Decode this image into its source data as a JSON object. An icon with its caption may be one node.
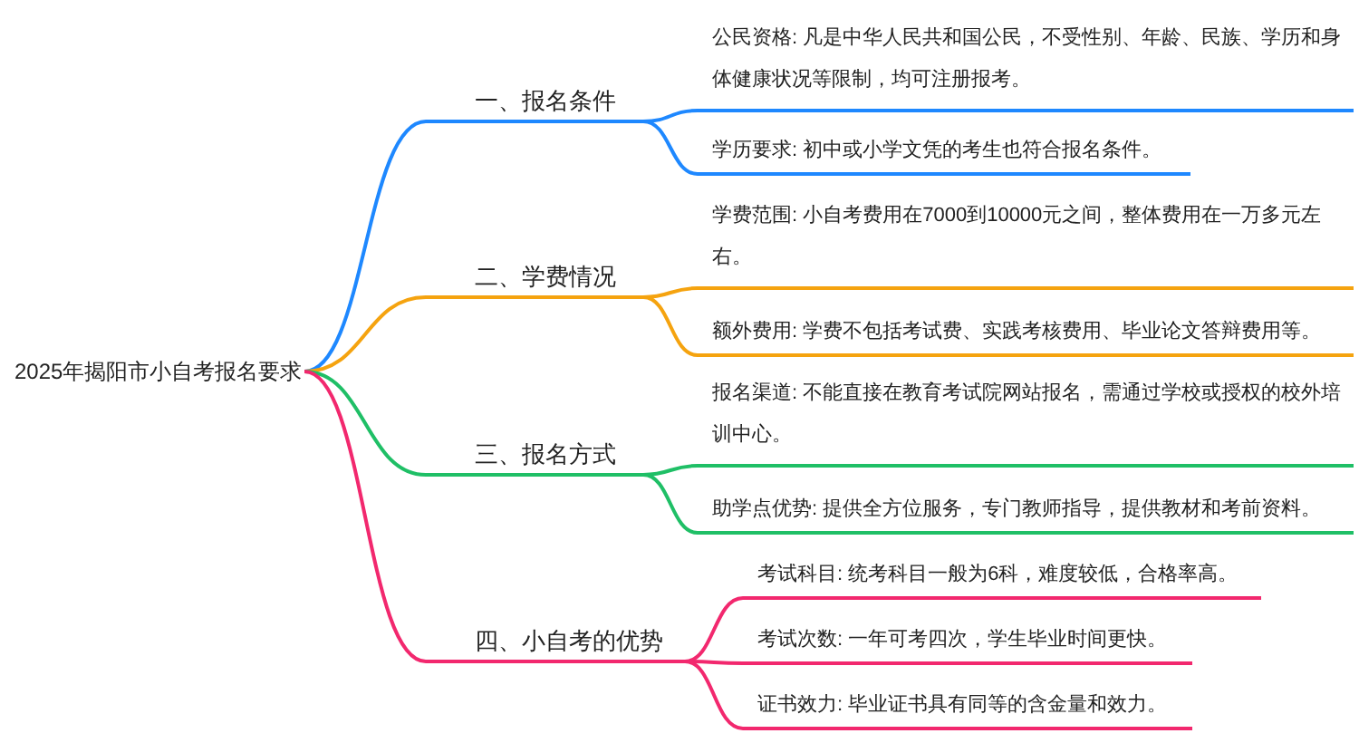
{
  "diagram": {
    "nodes": [
      {
        "text": [
          "2025年揭阳市小自考报名要求"
        ]
      },
      {
        "text": [
          "一、报名条件"
        ]
      },
      {
        "text": [
          "公民资格: 凡是中华人民共和国公民，不受性别、年龄、民族、学历和身体健康状况等限制，均可注册报考。"
        ]
      },
      {
        "text": [
          "学历要求: 初中或小学文凭的考生也符合报名条件。"
        ]
      },
      {
        "text": [
          "二、学费情况"
        ]
      },
      {
        "text": [
          "学费范围: 小自考费用在7000到10000元之间，整体费用在一万多元左右。"
        ]
      },
      {
        "text": [
          "额外费用: 学费不包括考试费、实践考核费用、毕业论文答辩费用等。"
        ]
      },
      {
        "text": [
          "三、报名方式"
        ]
      },
      {
        "text": [
          "报名渠道: 不能直接在教育考试院网站报名，需通过学校或授权的校外培训中心。"
        ]
      },
      {
        "text": [
          "助学点优势: 提供全方位服务，专门教师指导，提供教材和考前资料。"
        ]
      },
      {
        "text": [
          "四、小自考的优势"
        ]
      },
      {
        "text": [
          "考试科目: 统考科目一般为6科，难度较低，合格率高。"
        ]
      },
      {
        "text": [
          "考试次数: 一年可考四次，学生毕业时间更快。"
        ]
      },
      {
        "text": [
          "证书效力: 毕业证书具有同等的含金量和效力。"
        ]
      }
    ],
    "edges": [
      {
        "from": 0,
        "to": 1,
        "arrow": "none",
        "color": "#1e88ff"
      },
      {
        "from": 1,
        "to": 2,
        "arrow": "none",
        "color": "#1e88ff"
      },
      {
        "from": 1,
        "to": 3,
        "arrow": "none",
        "color": "#1e88ff"
      },
      {
        "from": 0,
        "to": 4,
        "arrow": "none",
        "color": "#f5a30f"
      },
      {
        "from": 4,
        "to": 5,
        "arrow": "none",
        "color": "#f5a30f"
      },
      {
        "from": 4,
        "to": 6,
        "arrow": "none",
        "color": "#f5a30f"
      },
      {
        "from": 0,
        "to": 7,
        "arrow": "none",
        "color": "#1fbf66"
      },
      {
        "from": 7,
        "to": 8,
        "arrow": "none",
        "color": "#1fbf66"
      },
      {
        "from": 7,
        "to": 9,
        "arrow": "none",
        "color": "#1fbf66"
      },
      {
        "from": 0,
        "to": 10,
        "arrow": "none",
        "color": "#f2286e"
      },
      {
        "from": 10,
        "to": 11,
        "arrow": "none",
        "color": "#f2286e"
      },
      {
        "from": 10,
        "to": 12,
        "arrow": "none",
        "color": "#f2286e"
      },
      {
        "from": 10,
        "to": 13,
        "arrow": "none",
        "color": "#f2286e"
      }
    ]
  }
}
